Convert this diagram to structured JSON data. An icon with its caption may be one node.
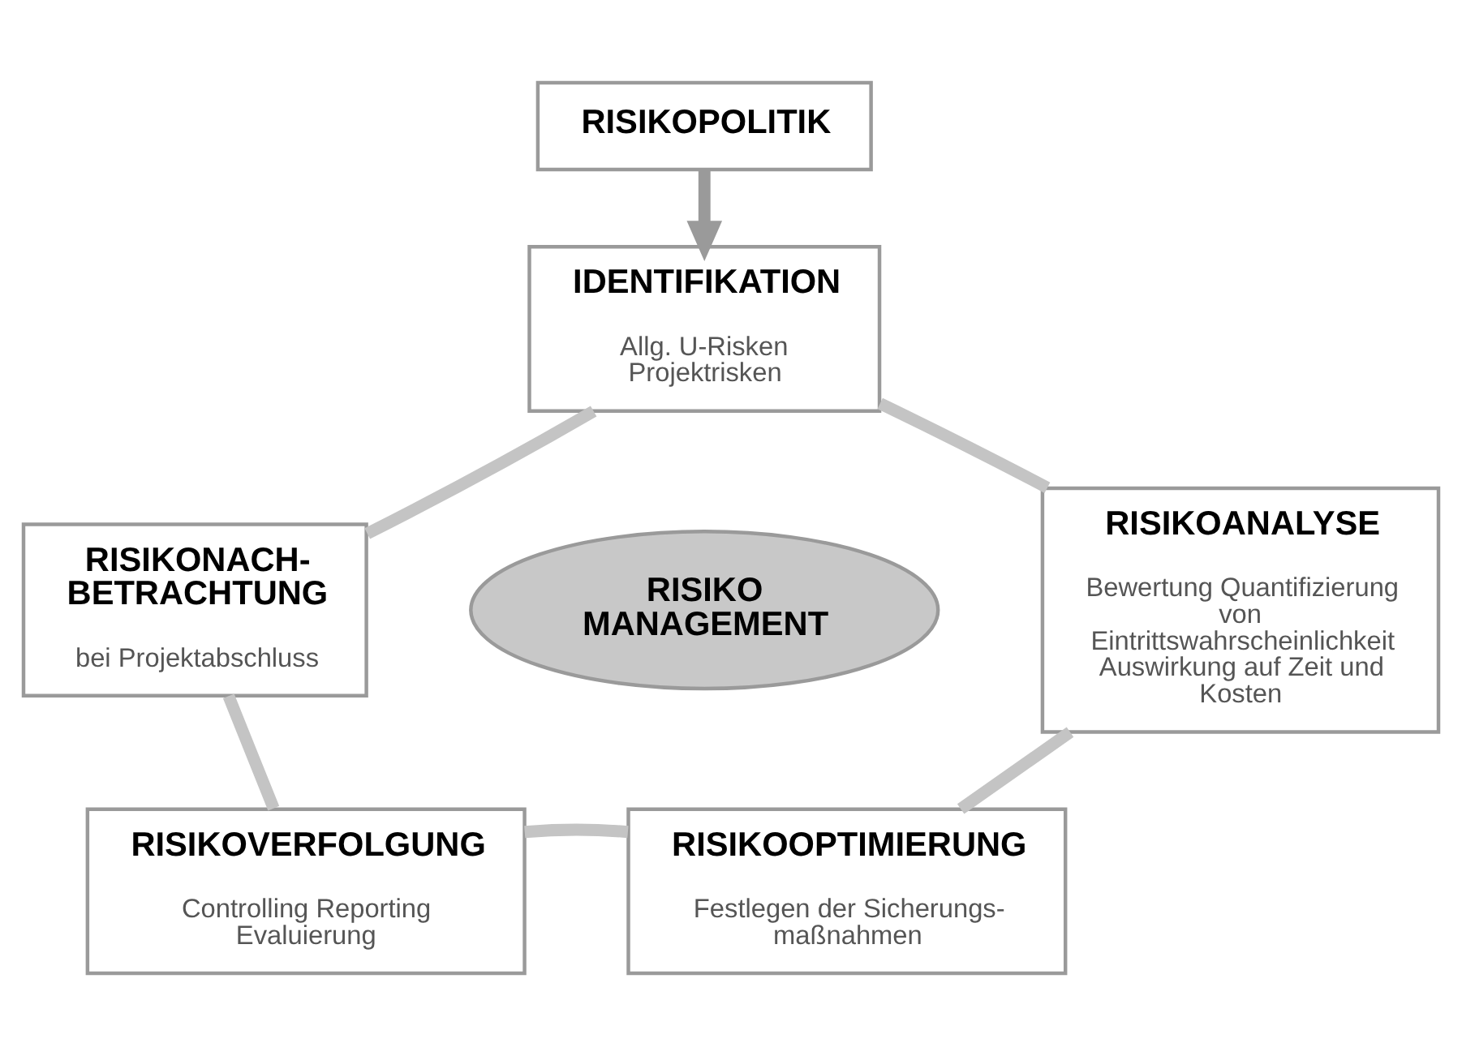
{
  "diagram": {
    "nodes": [
      {
        "text": [
          "RISIKOPOLITIK"
        ]
      },
      {
        "text": [
          "IDENTIFIKATION",
          "Allg. U-Risken Projektrisken"
        ]
      },
      {
        "text": [
          "RISIKONACH- BETRACHTUNG",
          "bei Projektabschluss"
        ]
      },
      {
        "text": [
          "RISIKO MANAGEMENT"
        ]
      },
      {
        "text": [
          "RISIKOANALYSE",
          "Bewertung Quantifizierung von Eintrittswahrscheinlichkeit Auswirkung auf Zeit und Kosten"
        ]
      },
      {
        "text": [
          "RISIKOVERFOLGUNG",
          "Controlling Reporting Evaluierung"
        ]
      },
      {
        "text": [
          "RISIKOOPTIMIERUNG",
          "Festlegen der Sicherungs- maßnahmen"
        ]
      }
    ],
    "edges": [
      {
        "from": 0,
        "to": 1,
        "arrow": "to"
      },
      {
        "from": 1,
        "to": 4,
        "arrow": "none"
      },
      {
        "from": 4,
        "to": 6,
        "arrow": "none"
      },
      {
        "from": 6,
        "to": 5,
        "arrow": "none"
      },
      {
        "from": 5,
        "to": 2,
        "arrow": "none"
      },
      {
        "from": 2,
        "to": 1,
        "arrow": "none"
      }
    ]
  }
}
